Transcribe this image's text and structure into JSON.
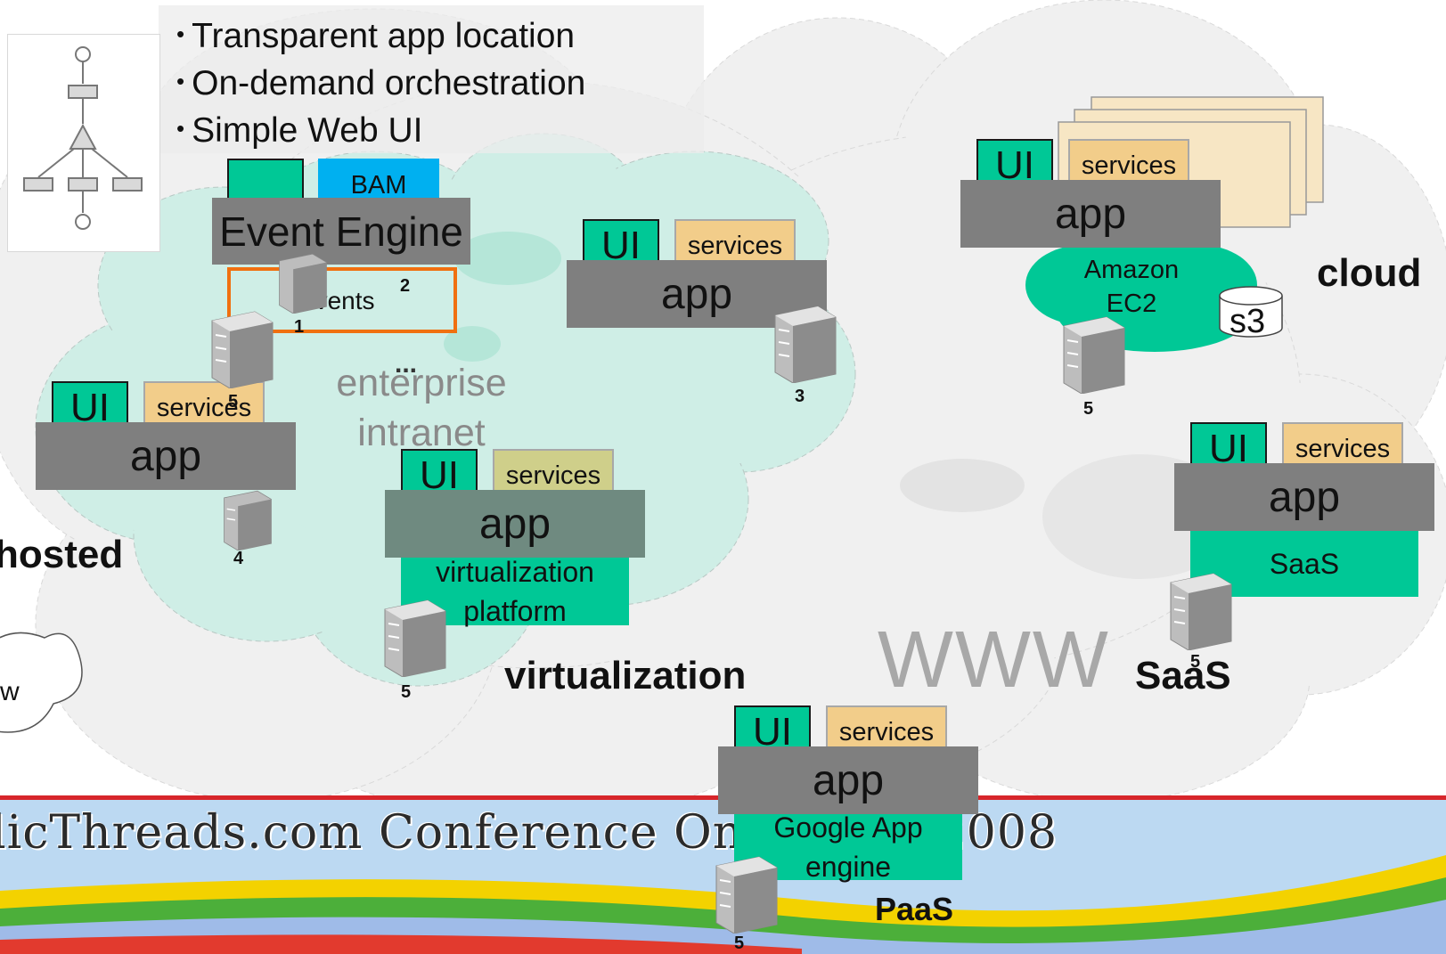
{
  "bullets": [
    "Transparent app location",
    "On-demand orchestration",
    "Simple Web UI"
  ],
  "event_engine": {
    "bam_label": "BAM",
    "title": "Event Engine",
    "events_label": "events",
    "num_1": "1",
    "num_2": "2"
  },
  "intranet": {
    "label_line1": "enterprise",
    "label_line2": "intranet",
    "ellipsis": "..."
  },
  "hosted": {
    "ui": "UI",
    "services": "services",
    "app": "app",
    "server_top_num": "5",
    "server_num": "4",
    "label": "hosted"
  },
  "intranet_app": {
    "ui": "UI",
    "services": "services",
    "app": "app",
    "server_num": "3"
  },
  "virtualization": {
    "ui": "UI",
    "services": "services",
    "app": "app",
    "platform_line1": "virtualization",
    "platform_line2": "platform",
    "server_num": "5",
    "label": "virtualization"
  },
  "cloud": {
    "ui": "UI",
    "services": "services",
    "app": "app",
    "ec2_line1": "Amazon",
    "ec2_line2": "EC2",
    "s3": "s3",
    "server_num": "5",
    "label": "cloud"
  },
  "saas": {
    "ui": "UI",
    "services": "services",
    "app": "app",
    "platform": "SaaS",
    "server_num": "5",
    "label": "SaaS"
  },
  "paas": {
    "ui": "UI",
    "services": "services",
    "app": "app",
    "platform": "Google App engine",
    "server_num": "5",
    "label": "PaaS"
  },
  "www_label": "WWW",
  "small_cloud_text": "w",
  "banner": {
    "text": "licThreads.com Conference On  nology 2008"
  },
  "colors": {
    "green": "#00c896",
    "tan": "#f2cd8a",
    "gray": "#7f7f7f",
    "bam_blue": "#00b0f0",
    "orange": "#f07010",
    "cloud_tint": "#cfeee6"
  }
}
